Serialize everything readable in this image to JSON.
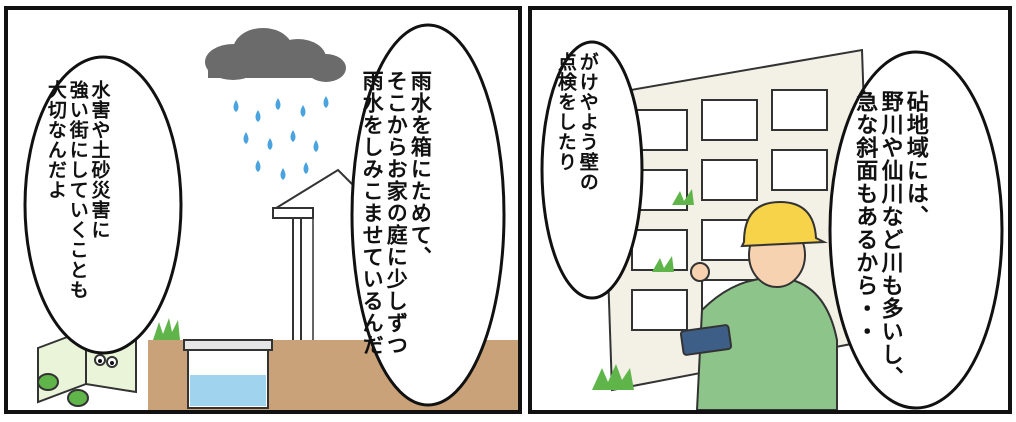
{
  "panel_left": {
    "bubble_center": [
      "雨水を箱にためて、",
      "そこからお家の庭に少しずつ",
      "雨水をしみこませているんだ"
    ],
    "bubble_left": [
      "水害や土砂災害に",
      "強い街にしていくことも",
      "大切なんだよ"
    ]
  },
  "panel_right": {
    "bubble_small": [
      "がけやよう壁の",
      "点検をしたり"
    ],
    "bubble_large": [
      "砧地域には、",
      "野川や仙川など川も多いし、",
      "急な斜面もあるから・・"
    ]
  },
  "colors": {
    "border": "#111111",
    "rain_cloud": "#6b6b6b",
    "raindrop": "#4aa3df",
    "soil": "#c9a27a",
    "water": "#9fd3ee",
    "grass": "#5fb54a",
    "wall": "#f3f0e6",
    "worker_shirt": "#8cc48a",
    "helmet": "#f7d34a"
  },
  "icons": [
    "rain-cloud-icon",
    "raindrop-icon",
    "house-gutter-icon",
    "storage-box-icon",
    "book-mascot-icon",
    "retaining-wall-icon",
    "worker-icon",
    "grass-icon"
  ]
}
